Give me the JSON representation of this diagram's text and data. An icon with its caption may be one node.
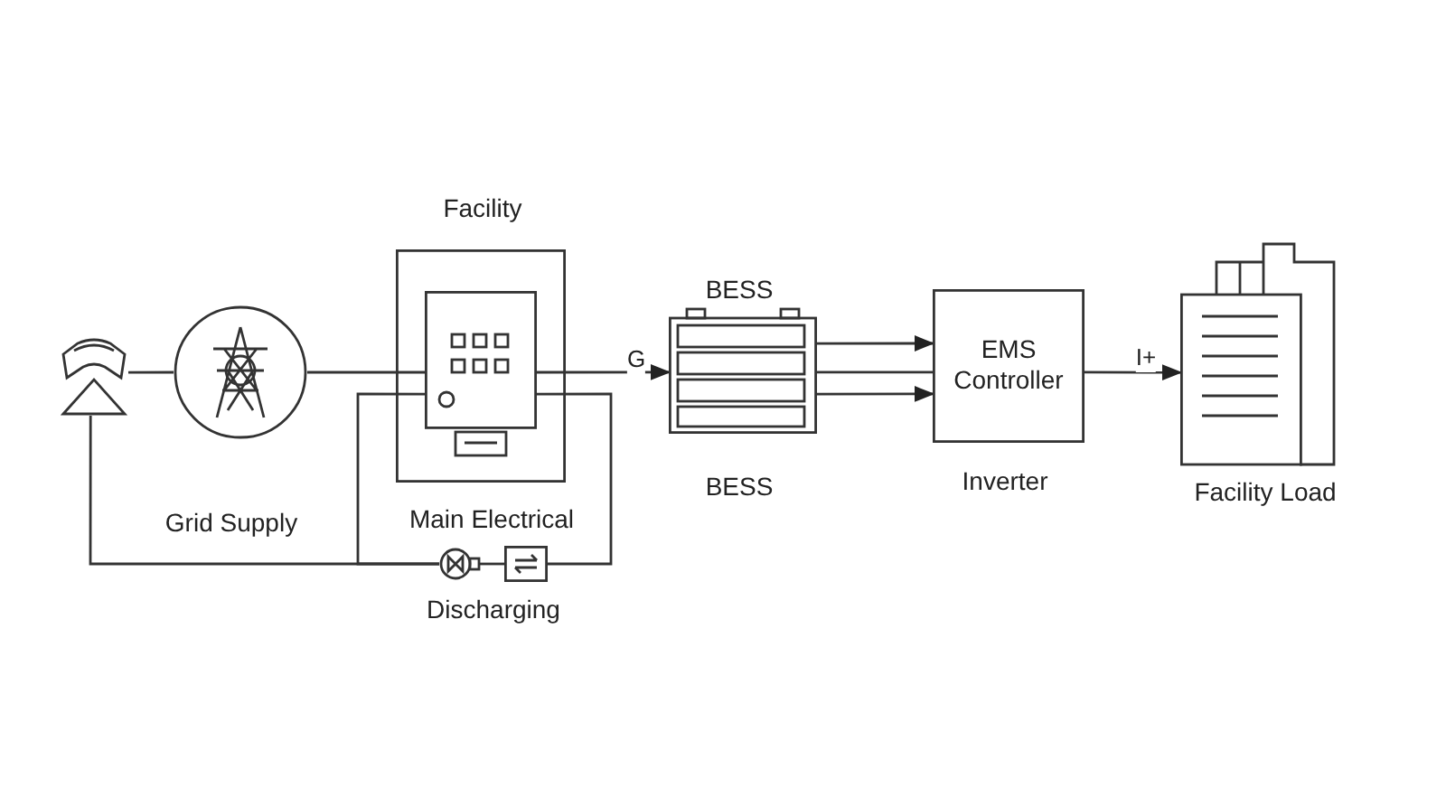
{
  "diagram": {
    "nodes": [
      {
        "text": [],
        "shape": "picture"
      },
      {
        "text": [
          "Grid Supply"
        ]
      },
      {
        "text": [
          "Facility"
        ]
      },
      {
        "text": [],
        "shape": "picture",
        "in": 2
      },
      {
        "text": [
          "BESS"
        ],
        "beside": [
          "BESS"
        ]
      },
      {
        "text": [
          "EMS Controller"
        ],
        "beside": [
          "Inverter"
        ]
      },
      {
        "text": [
          "Facility Load"
        ]
      },
      {
        "text": [],
        "shape": "picture"
      },
      {
        "text": [],
        "shape": "picture"
      }
    ],
    "edges": [
      {
        "from": 0,
        "to": 1,
        "arrow": "none"
      },
      {
        "from": 1,
        "to": 3,
        "arrow": "none"
      },
      {
        "from": 3,
        "to": 4,
        "arrow": "to",
        "label": "G"
      },
      {
        "from": 4,
        "to": 5,
        "arrow": "none"
      },
      {
        "from": 4,
        "to": 5,
        "arrow": "to"
      },
      {
        "from": 4,
        "to": 5,
        "arrow": "to"
      },
      {
        "from": 5,
        "to": 6,
        "arrow": "to",
        "label": "I+"
      },
      {
        "from": 0,
        "to": 7,
        "arrow": "none"
      },
      {
        "from": 3,
        "to": 7,
        "arrow": "none"
      },
      {
        "from": 7,
        "to": 8,
        "arrow": "none"
      },
      {
        "from": 8,
        "to": 3,
        "arrow": "none"
      }
    ],
    "labels": [
      "Main Electrical",
      "Discharging"
    ]
  }
}
